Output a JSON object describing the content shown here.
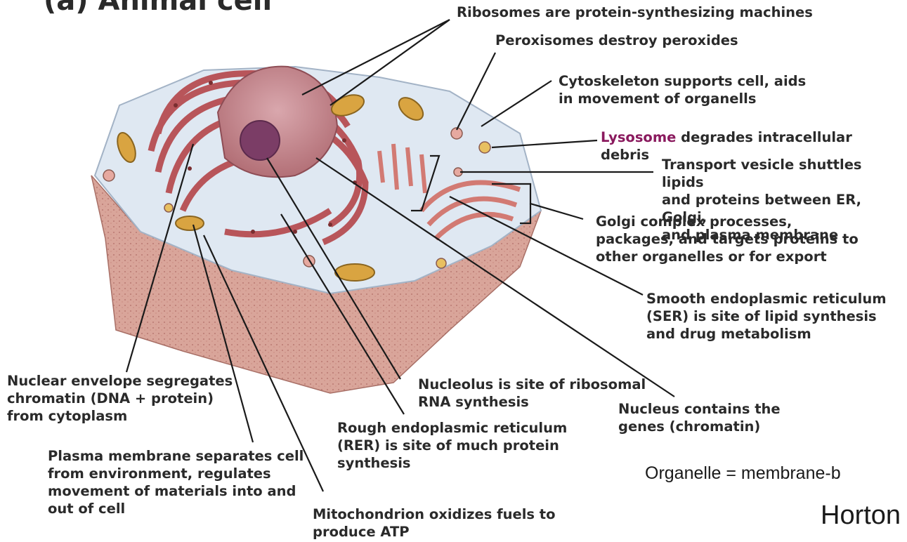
{
  "figure": {
    "title": "(a) Animal cell",
    "labels": {
      "ribosomes": "Ribosomes are protein-synthesizing machines",
      "peroxisomes": "Peroxisomes destroy peroxides",
      "cytoskeleton": "Cytoskeleton supports cell, aids\nin movement of organells",
      "lysosome_term": "Lysosome",
      "lysosome_rest": " degrades intracellular",
      "lysosome_line2": "debris",
      "transport_vesicle": "Transport vesicle shuttles lipids\nand proteins between ER, Golgi,\nand plasma membrane",
      "golgi": "Golgi complex processes,\npackages, and targets proteins to\nother organelles or for export",
      "ser": "Smooth endoplasmic reticulum\n(SER) is site of lipid synthesis\nand drug metabolism",
      "nuclear_envelope": "Nuclear envelope segregates\nchromatin (DNA + protein)\nfrom cytoplasm",
      "nucleolus": "Nucleolus is site of ribosomal\nRNA synthesis",
      "nucleus": "Nucleus contains the\ngenes (chromatin)",
      "rer": "Rough endoplasmic reticulum\n(RER) is site of much protein\nsynthesis",
      "plasma_membrane": "Plasma membrane separates cell\nfrom environment, regulates\nmovement of materials into and\nout of cell",
      "mitochondrion": "Mitochondrion oxidizes fuels to\nproduce ATP"
    }
  },
  "slide": {
    "definition": "Organelle = membrane-b",
    "credit": "Horton"
  },
  "colors": {
    "cytoplasm": "#dfe8f2",
    "cell_base": "#d9a59a",
    "nucleus": "#c98a8f",
    "er": "#c25a5e",
    "mitochondria": "#d9a441",
    "lysosome_text": "#8a1a5e"
  }
}
